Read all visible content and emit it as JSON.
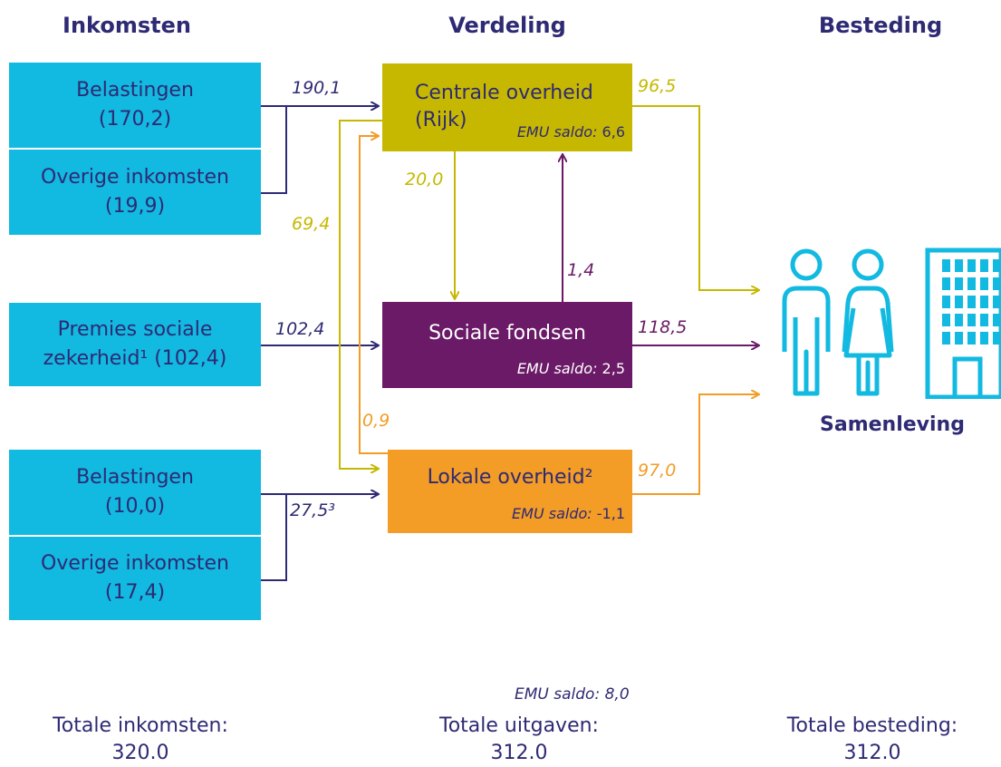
{
  "headers": {
    "inkomsten": "Inkomsten",
    "verdeling": "Verdeling",
    "besteding": "Besteding"
  },
  "sources": {
    "belastingen_top": "Belastingen\n(170,2)",
    "overige_top": "Overige inkomsten\n(19,9)",
    "premies": "Premies sociale\nzekerheid¹ (102,4)",
    "belastingen_bottom": "Belastingen\n(10,0)",
    "overige_bottom": "Overige inkomsten\n(17,4)"
  },
  "nodes": {
    "centrale": {
      "title": "Centrale overheid\n(Rijk)",
      "emu_label": "EMU saldo",
      "emu_value": "6,6",
      "color": "#c6b800"
    },
    "sociale": {
      "title": "Sociale fondsen",
      "emu_label": "EMU saldo",
      "emu_value": "2,5",
      "color": "#6a1a66"
    },
    "lokale": {
      "title": "Lokale overheid²",
      "emu_label": "EMU saldo",
      "emu_value": "-1,1",
      "color": "#f39c26"
    }
  },
  "flows": {
    "to_centrale": "190,1",
    "to_sociale": "102,4",
    "to_lokale": "27,5³",
    "centrale_to_sociale": "20,0",
    "sociale_to_centrale": "1,4",
    "centrale_to_lokale": "69,4",
    "lokale_to_centrale": "0,9",
    "centrale_out": "96,5",
    "sociale_out": "118,5",
    "lokale_out": "97,0"
  },
  "samenleving": "Samenleving",
  "totals": {
    "emu_total_label": "EMU saldo",
    "emu_total_value": "8,0",
    "inkomsten_label": "Totale inkomsten:",
    "inkomsten_value": "320.0",
    "uitgaven_label": "Totale uitgaven:",
    "uitgaven_value": "312.0",
    "besteding_label": "Totale besteding:",
    "besteding_value": "312.0"
  },
  "colors": {
    "navy": "#2e2a74",
    "cyan": "#12b9e1",
    "olive": "#c6b800",
    "purple": "#6a1a66",
    "orange": "#f39c26"
  },
  "icons": [
    "man-icon",
    "woman-icon",
    "building-icon"
  ]
}
